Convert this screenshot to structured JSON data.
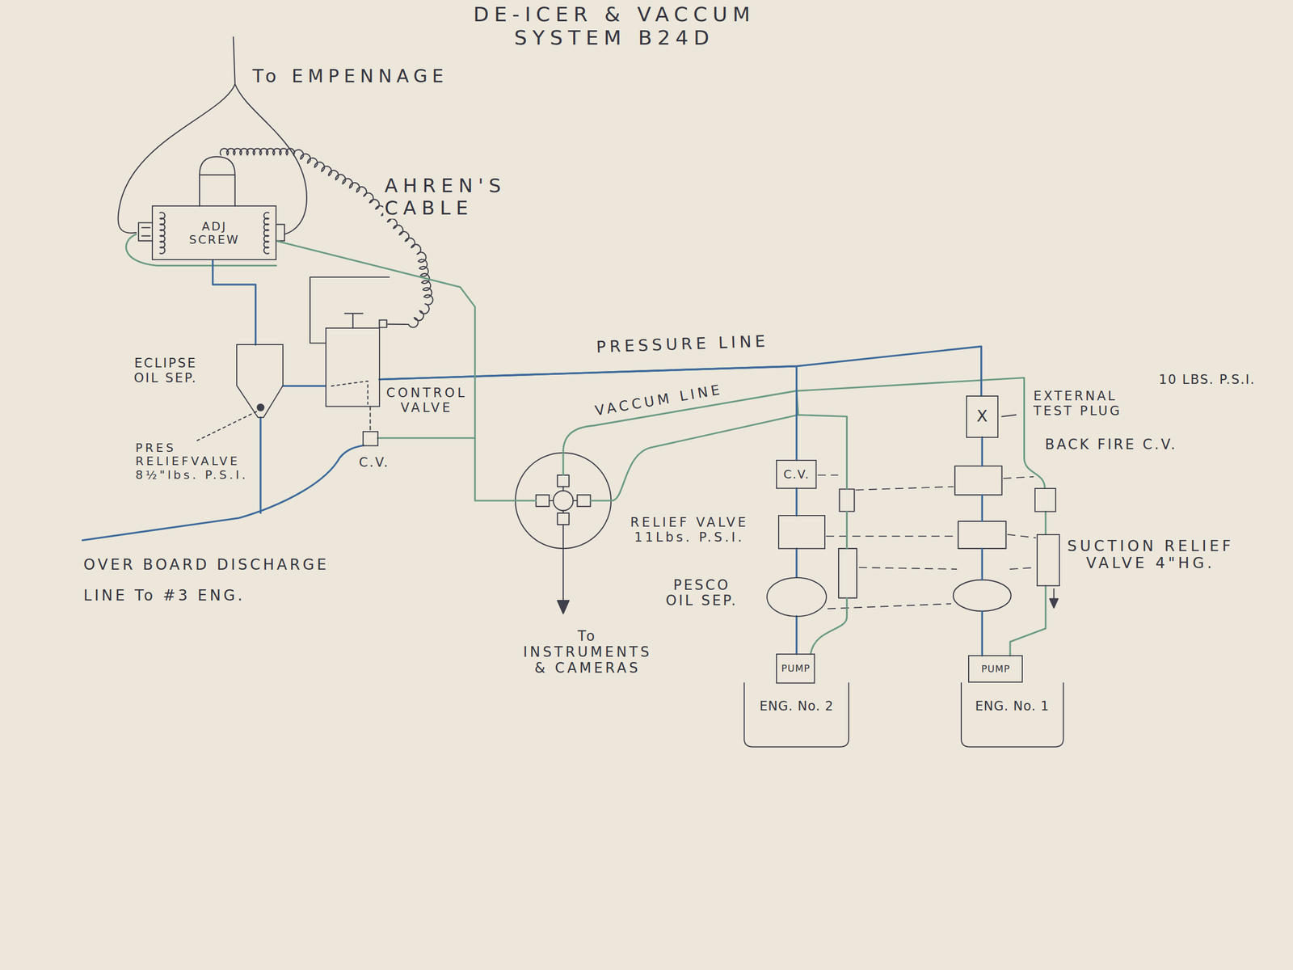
{
  "diagram": {
    "title": "DE-ICER & VACCUM SYSTEM B24D",
    "nodes": [
      {
        "text": [
          "ADJ SCREW"
        ]
      },
      {
        "text": [
          "ECLIPSE OIL SEP."
        ]
      },
      {
        "text": [
          "CONTROL VALVE"
        ]
      },
      {
        "text": [
          "C.V."
        ]
      },
      {
        "text": [
          "C.V."
        ]
      },
      {
        "text": [
          "X"
        ]
      },
      {
        "text": [
          "RELIEF VALVE 11Lbs. P.S.I."
        ]
      },
      {
        "text": [
          "PESCO OIL SEP."
        ]
      },
      {
        "text": [
          "BACK FIRE C.V."
        ]
      },
      {
        "text": [
          "SUCTION RELIEF VALVE 4\"HG."
        ]
      },
      {
        "text": [
          "ENG. No. 2"
        ]
      },
      {
        "text": [
          "PUMP"
        ],
        "in": 10
      },
      {
        "text": [
          "ENG. No. 1"
        ]
      },
      {
        "text": [
          "PUMP"
        ],
        "in": 12
      }
    ],
    "edges": [
      {
        "from": 0,
        "to": 1,
        "arrow": "none"
      },
      {
        "from": 1,
        "to": 2,
        "arrow": "none"
      },
      {
        "from": 2,
        "to": 3,
        "arrow": "none"
      },
      {
        "from": 4,
        "to": 2,
        "arrow": "none"
      },
      {
        "from": 5,
        "to": 2,
        "arrow": "none"
      },
      {
        "from": 11,
        "to": 7,
        "arrow": "none"
      },
      {
        "from": 7,
        "to": 6,
        "arrow": "none"
      },
      {
        "from": 6,
        "to": 4,
        "arrow": "none"
      },
      {
        "from": 13,
        "to": 9,
        "arrow": "none"
      },
      {
        "from": 9,
        "to": 8,
        "arrow": "none"
      },
      {
        "from": 3,
        "to": 0,
        "arrow": "none"
      }
    ],
    "labels": [
      "To EMPENNAGE",
      "AHREN'S CABLE",
      "PRES RELIEFVALVE 8½\"lbs. P.S.I.",
      "OVER BOARD DISCHARGE LINE To #3 ENG.",
      "PRESSURE LINE",
      "VACCUM LINE",
      "To INSTRUMENTS & CAMERAS",
      "EXTERNAL TEST PLUG",
      "10 LBS. P.S.I."
    ]
  }
}
